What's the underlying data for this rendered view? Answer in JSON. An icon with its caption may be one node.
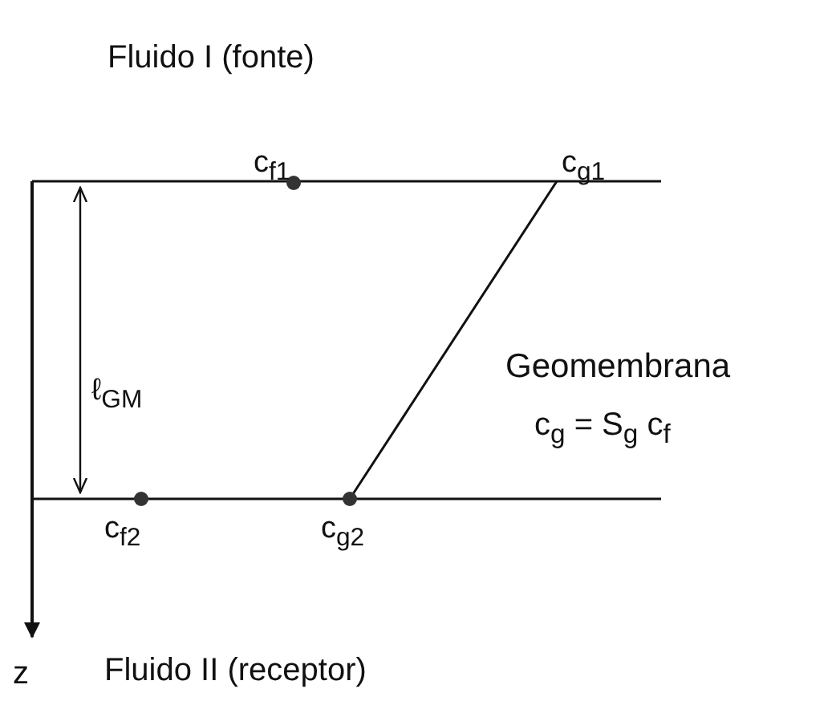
{
  "diagram": {
    "labels": [
      "Fluido I (fonte)",
      "c$_{f1}$",
      "c$_{g1}$",
      "ℓ$_{GM}$",
      "Geomembrana",
      "c$_{g}$ = S$_{g}$ c$_{f}$",
      "c$_{f2}$",
      "c$_{g2}$",
      "z",
      "Fluido II (receptor)"
    ]
  }
}
